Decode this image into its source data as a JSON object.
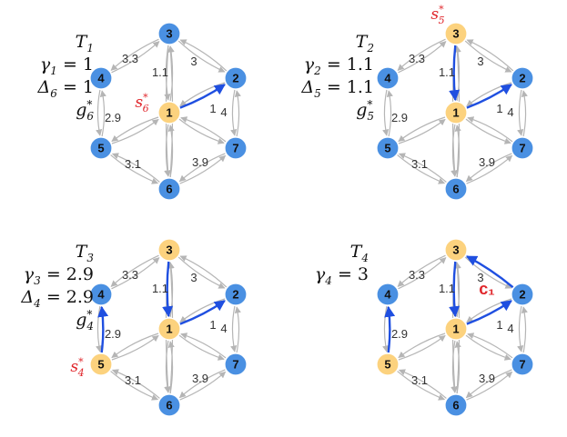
{
  "colors": {
    "node_blue": "#4a90e2",
    "node_yellow": "#fcd27e",
    "edge_gray": "#b5b5b5",
    "edge_highlight": "#1f4fe0",
    "annotation_red": "#e0262b",
    "caption": "#111111"
  },
  "panels": [
    {
      "id": "p1",
      "captions": [
        {
          "k": "T",
          "sub": "1",
          "rest": ""
        },
        {
          "k": "γ",
          "sub": "1",
          "rest": " = 1"
        },
        {
          "k": "Δ",
          "sub": "6",
          "rest": " = 1"
        },
        {
          "k": "g",
          "sub": "6",
          "sup": "*",
          "rest": ""
        }
      ],
      "yellow": [
        "1"
      ],
      "highlight": [
        [
          "1",
          "2"
        ]
      ],
      "marker": {
        "node": "1",
        "base": "s",
        "sub": "6",
        "sup": "*"
      },
      "extra_label": ""
    },
    {
      "id": "p2",
      "captions": [
        {
          "k": "T",
          "sub": "2",
          "rest": ""
        },
        {
          "k": "γ",
          "sub": "2",
          "rest": " = 1.1"
        },
        {
          "k": "Δ",
          "sub": "5",
          "rest": " = 1.1"
        },
        {
          "k": "g",
          "sub": "5",
          "sup": "*",
          "rest": ""
        }
      ],
      "yellow": [
        "1",
        "3"
      ],
      "highlight": [
        [
          "1",
          "2"
        ],
        [
          "3",
          "1"
        ]
      ],
      "marker": {
        "node": "3",
        "base": "s",
        "sub": "5",
        "sup": "*"
      },
      "extra_label": ""
    },
    {
      "id": "p3",
      "captions": [
        {
          "k": "T",
          "sub": "3",
          "rest": ""
        },
        {
          "k": "γ",
          "sub": "3",
          "rest": " = 2.9"
        },
        {
          "k": "Δ",
          "sub": "4",
          "rest": " = 2.9"
        },
        {
          "k": "g",
          "sub": "4",
          "sup": "*",
          "rest": ""
        }
      ],
      "yellow": [
        "1",
        "3",
        "5"
      ],
      "highlight": [
        [
          "1",
          "2"
        ],
        [
          "3",
          "1"
        ],
        [
          "5",
          "4"
        ]
      ],
      "marker": {
        "node": "5",
        "base": "s",
        "sub": "4",
        "sup": "*"
      },
      "extra_label": ""
    },
    {
      "id": "p4",
      "captions": [
        {
          "k": "T",
          "sub": "4",
          "rest": ""
        },
        {
          "k": "γ",
          "sub": "4",
          "rest": " = 3"
        }
      ],
      "yellow": [
        "1",
        "3",
        "5"
      ],
      "highlight": [
        [
          "1",
          "2"
        ],
        [
          "3",
          "1"
        ],
        [
          "5",
          "4"
        ],
        [
          "2",
          "3"
        ]
      ],
      "marker": null,
      "extra_label": "c₁"
    }
  ],
  "nodes": [
    "1",
    "2",
    "3",
    "4",
    "5",
    "6",
    "7"
  ],
  "edge_weights": [
    {
      "a": "2",
      "b": "3",
      "w": "3"
    },
    {
      "a": "4",
      "b": "3",
      "w": "3.3"
    },
    {
      "a": "3",
      "b": "1",
      "w": "1.1"
    },
    {
      "a": "1",
      "b": "2",
      "w": "1"
    },
    {
      "a": "2",
      "b": "7",
      "w": "4"
    },
    {
      "a": "4",
      "b": "5",
      "w": "2.9"
    },
    {
      "a": "5",
      "b": "6",
      "w": "3.1"
    },
    {
      "a": "6",
      "b": "7",
      "w": "3.9"
    }
  ],
  "unlabeled_edges": [
    [
      "1",
      "5"
    ],
    [
      "1",
      "6"
    ],
    [
      "1",
      "7"
    ],
    [
      "3",
      "6"
    ]
  ]
}
